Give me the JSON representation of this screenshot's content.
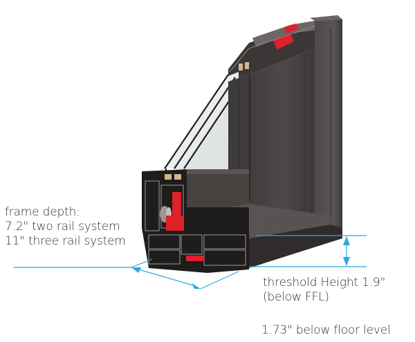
{
  "figure": {
    "subject": "sliding door frame corner cross-section",
    "colors": {
      "frame_dark": "#3a3635",
      "frame_face": "#4a4645",
      "frame_light": "#5e5958",
      "glass": "#e9ebeb",
      "thermal_break_red": "#e0202a",
      "dimension_line": "#29a8e0",
      "text": "#2f2f2f"
    }
  },
  "annotations": {
    "frame_depth": {
      "title": "frame depth:",
      "line1": "7.2\" two rail system",
      "line2": "11\" three rail system"
    },
    "threshold": {
      "line1": "threshold Height 1.9\"",
      "line2": "(below FFL)"
    },
    "floor_level": {
      "text": "1.73\" below floor level"
    }
  }
}
